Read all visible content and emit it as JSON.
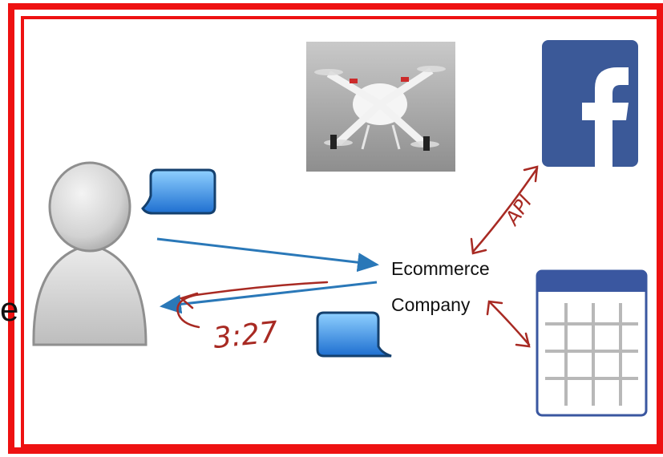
{
  "diagram": {
    "company_label_line1": "Ecommerce",
    "company_label_line2": "Company",
    "partial_edge_text": "e",
    "annotation_time": "3:27",
    "annotation_api": "API",
    "icons": [
      "user-avatar-icon",
      "speech-bubble-icon",
      "drone-photo",
      "facebook-icon",
      "calendar-icon"
    ],
    "colors": {
      "frame": "#ee1111",
      "flow_arrow": "#2a78b8",
      "annotation": "#a82a23",
      "facebook": "#3b5998"
    }
  }
}
